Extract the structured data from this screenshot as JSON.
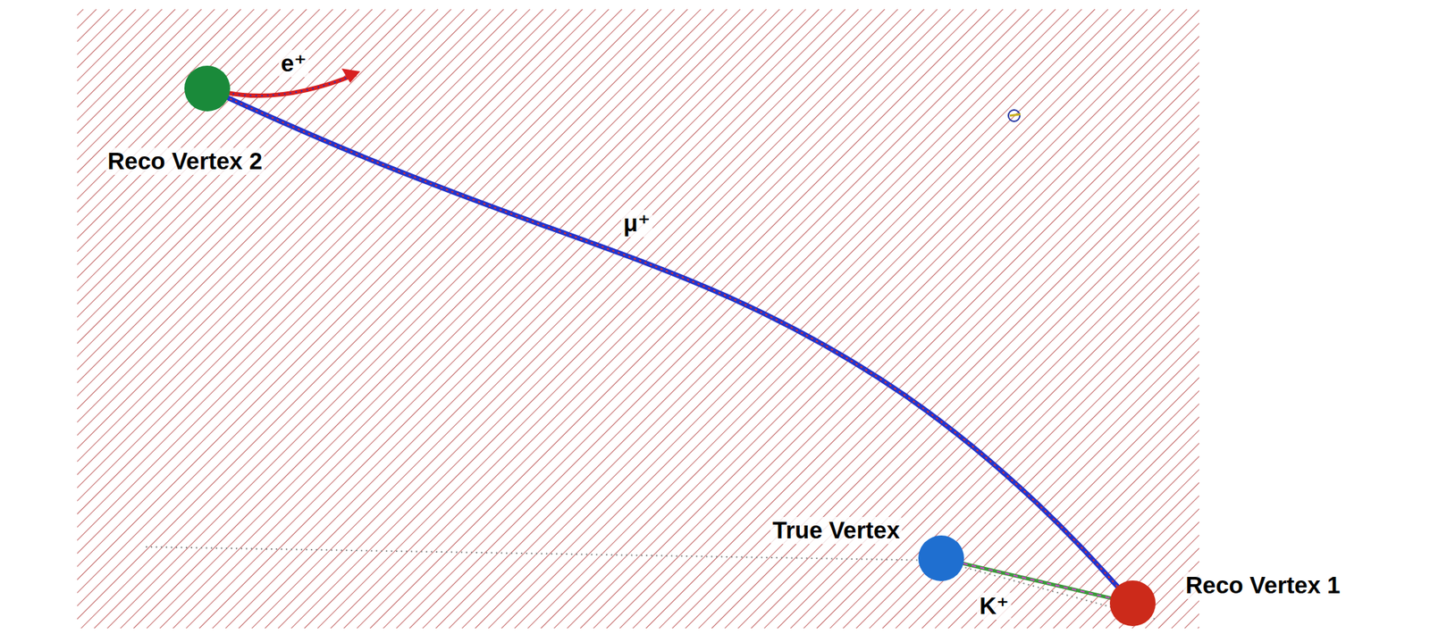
{
  "diagram": {
    "nodes": [
      {
        "text": [
          "Reco Vertex 2"
        ]
      },
      {
        "text": [
          "True Vertex"
        ]
      },
      {
        "text": [
          "Reco Vertex 1"
        ]
      }
    ],
    "edges": [
      {
        "from": 2,
        "to": 0,
        "arrow": "none",
        "label": "μ⁺"
      },
      {
        "from": 1,
        "to": 2,
        "arrow": "none",
        "label": "K⁺"
      }
    ],
    "labels": [
      "e⁺"
    ]
  }
}
